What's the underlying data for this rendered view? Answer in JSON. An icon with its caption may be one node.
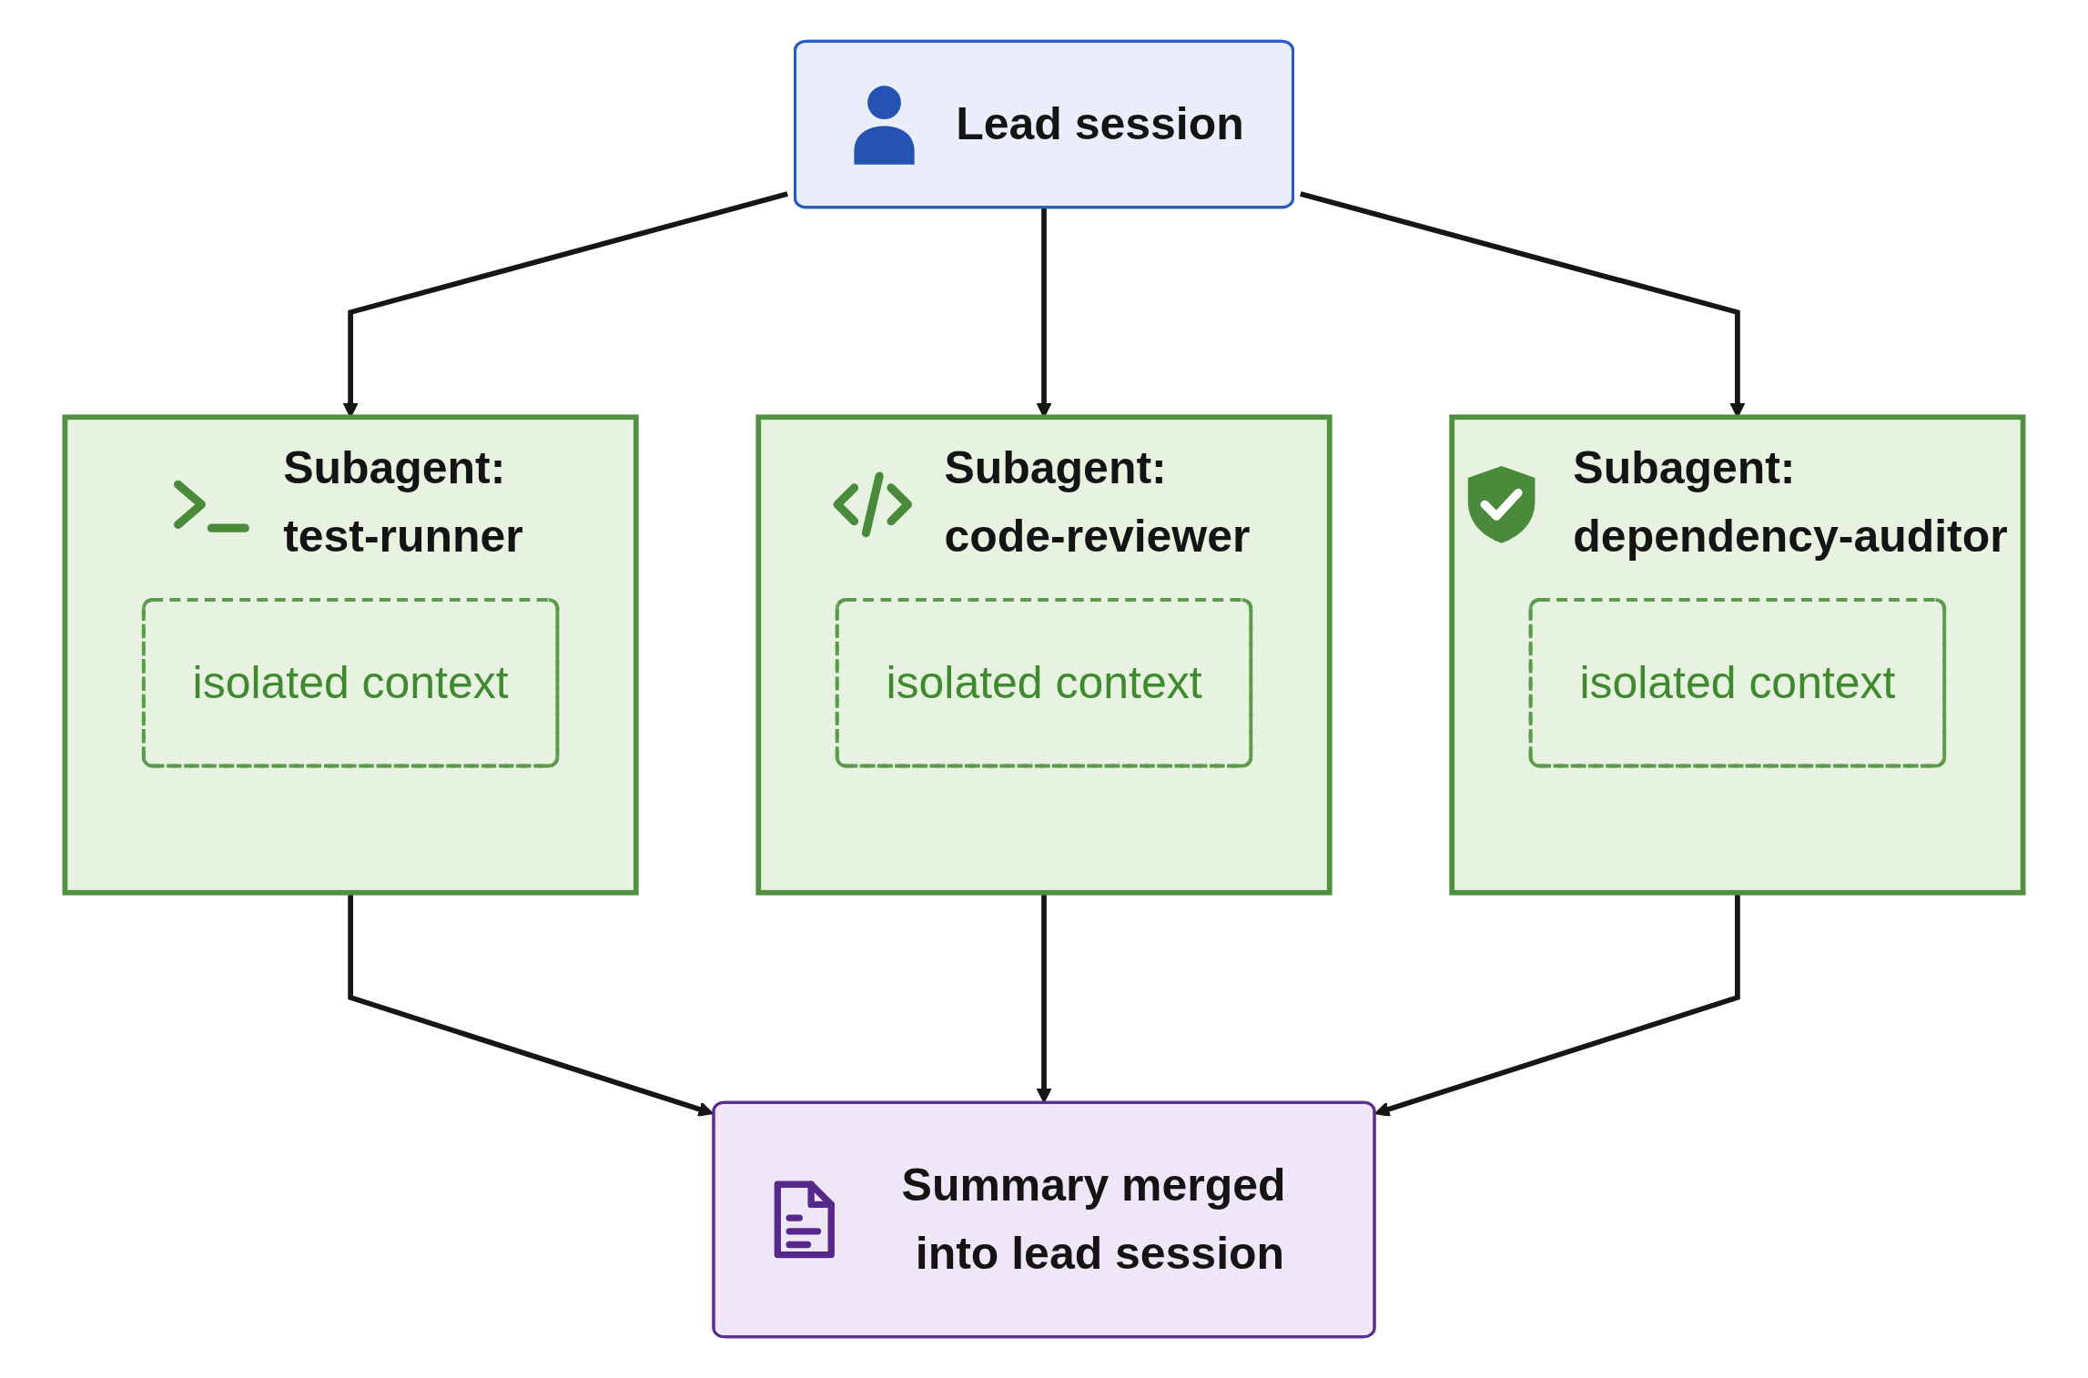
{
  "diagram": {
    "nodes": [
      {
        "text": [
          "Lead session"
        ]
      },
      {
        "text": [
          "Subagent: test-runner"
        ]
      },
      {
        "text": [
          "isolated context"
        ],
        "in": 1
      },
      {
        "text": [
          "Subagent: code-reviewer"
        ]
      },
      {
        "text": [
          "isolated context"
        ],
        "in": 3
      },
      {
        "text": [
          "Subagent: dependency-auditor"
        ]
      },
      {
        "text": [
          "isolated context"
        ],
        "in": 5
      },
      {
        "text": [
          "Summary merged into lead session"
        ]
      }
    ],
    "edges": [
      {
        "from": 0,
        "to": 1,
        "arrow": "to"
      },
      {
        "from": 0,
        "to": 3,
        "arrow": "to"
      },
      {
        "from": 0,
        "to": 5,
        "arrow": "to"
      },
      {
        "from": 1,
        "to": 7,
        "arrow": "to"
      },
      {
        "from": 3,
        "to": 7,
        "arrow": "to"
      },
      {
        "from": 5,
        "to": 7,
        "arrow": "to"
      }
    ]
  }
}
